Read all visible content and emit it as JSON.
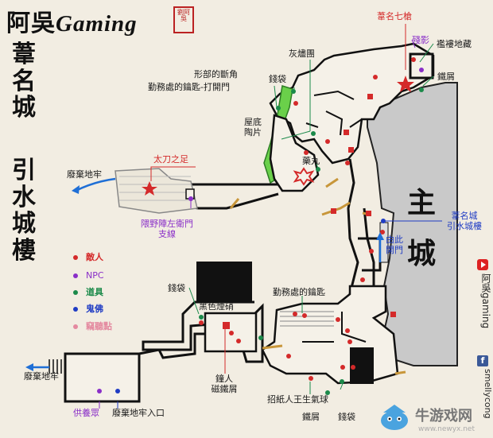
{
  "brand": {
    "name": "阿吳",
    "gaming": "Gaming",
    "seal": "劉阿吳"
  },
  "title": {
    "line1": "葦名城",
    "line2": "引水城樓"
  },
  "main_castle": {
    "line1": "主",
    "line2": "城"
  },
  "legend": [
    {
      "label": "敵人",
      "color": "#d42a2a"
    },
    {
      "label": "NPC",
      "color": "#8a2fc8"
    },
    {
      "label": "道具",
      "color": "#1b8a4a"
    },
    {
      "label": "鬼佛",
      "color": "#1f3cc4"
    },
    {
      "label": "竊聽點",
      "color": "#e48aa0"
    }
  ],
  "labels": {
    "ashina_seven_spears": "葦名七槍",
    "remnant_shadow": "殘影",
    "loincloth_stash": "襤褸地藏",
    "iron_scrap_ne": "鐵屑",
    "ash_cluster": "灰燼團",
    "money_bag_top": "錢袋",
    "torn_corner": "形部的斷角",
    "office_key_open": "勤務處的鑰匙-打開門",
    "roof_line1": "屋底",
    "roof_line2": "陶片",
    "pill": "藥丸",
    "taichi_foot": "太刀之足",
    "abandoned_dungeon_left": "廢棄地牢",
    "nihon_gate_line1": "隈野陣左衛門",
    "nihon_gate_line2": "支線",
    "right_castle_line1": "葦名城",
    "right_castle_line2": "引水城樓",
    "through_line1": "由此",
    "through_line2": "開門",
    "money_bag_mid": "錢袋",
    "black_gunpowder": "黑色煙硝",
    "office_key": "勤務處的鑰匙",
    "bell_line1": "鐘人",
    "bell_line2": "磁鐵屑",
    "abandoned_dungeon_bl": "廢棄地牢",
    "offering": "供養眾",
    "dungeon_entrance": "廢棄地牢入口",
    "paper_balloon": "招紙人王生氣球",
    "iron_scrap_bottom": "鐵屑",
    "money_bag_bottom": "錢袋"
  },
  "sidebar": {
    "youtube": "阿吳gaming",
    "facebook": "smellycong"
  },
  "watermark": {
    "site": "牛游戏网",
    "url": "www.newyx.net"
  }
}
